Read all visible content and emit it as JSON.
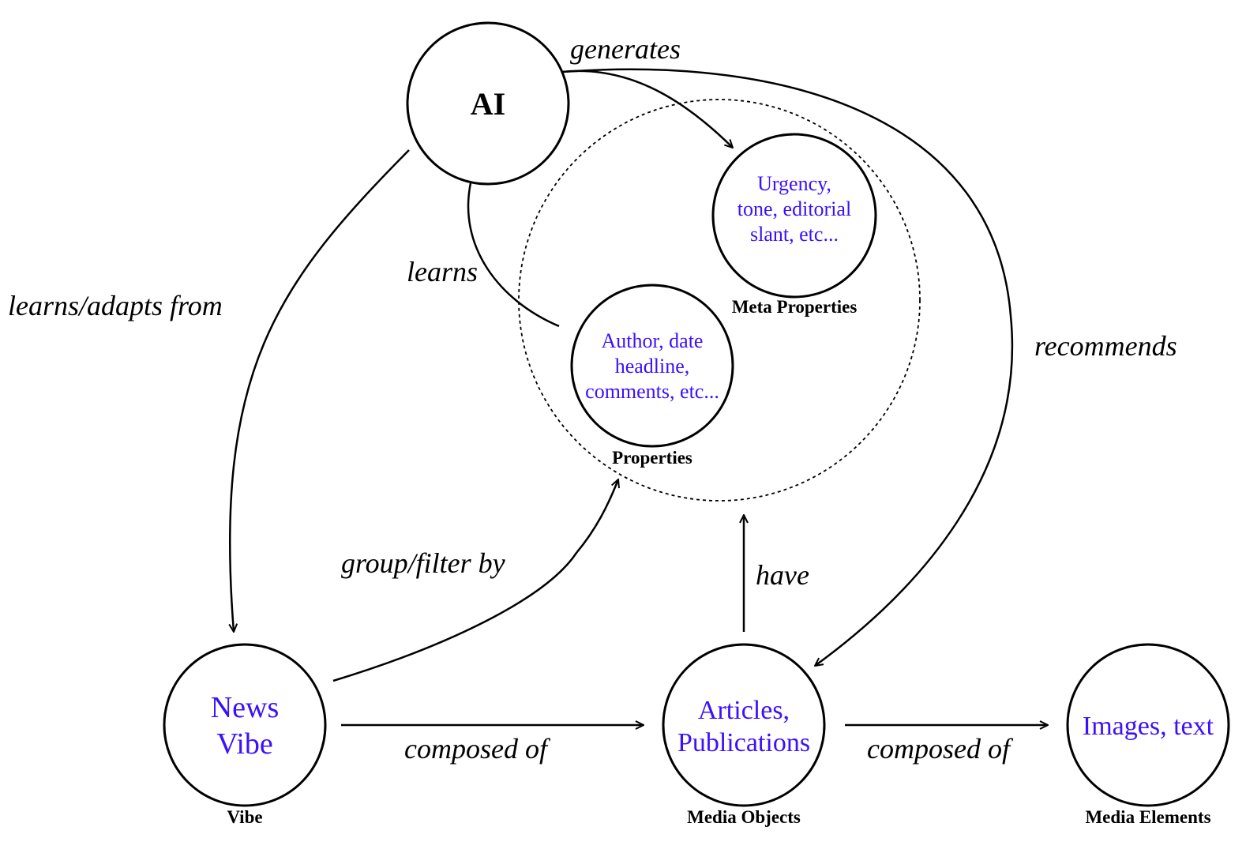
{
  "colors": {
    "node_text": "#3a10ff",
    "stroke": "#000000"
  },
  "nodes": {
    "ai": {
      "title": "AI"
    },
    "meta": {
      "lines": [
        "Urgency,",
        "tone, editorial",
        "slant, etc..."
      ],
      "caption": "Meta Properties"
    },
    "props": {
      "lines": [
        "Author, date",
        "headline,",
        "comments, etc..."
      ],
      "caption": "Properties"
    },
    "vibe": {
      "lines": [
        "News",
        "Vibe"
      ],
      "caption": "Vibe"
    },
    "objects": {
      "lines": [
        "Articles,",
        "Publications"
      ],
      "caption": "Media Objects"
    },
    "elements": {
      "lines": [
        "Images, text"
      ],
      "caption": "Media Elements"
    }
  },
  "edges": {
    "generates": "generates",
    "learns": "learns",
    "learns_adapts": "learns/adapts from",
    "recommends": "recommends",
    "group_filter": "group/filter by",
    "have": "have",
    "composed1": "composed of",
    "composed2": "composed of"
  }
}
